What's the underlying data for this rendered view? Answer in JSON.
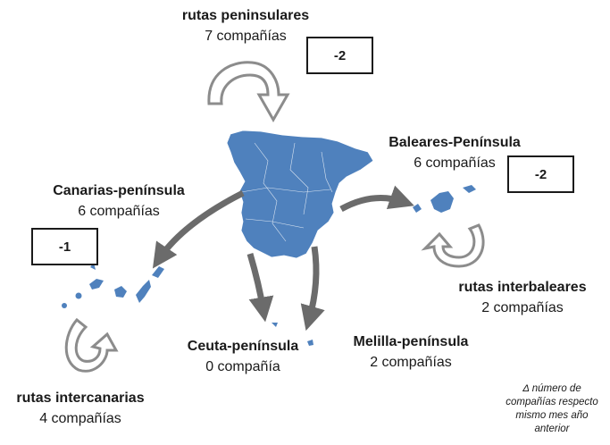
{
  "routes": {
    "peninsulares": {
      "title": "rutas peninsulares",
      "count": "7 compañías",
      "change": "-2"
    },
    "baleares": {
      "title": "Baleares-Península",
      "count": "6 compañías",
      "change": "-2"
    },
    "canarias": {
      "title": "Canarias-península",
      "count": "6 compañías",
      "change": "-1"
    },
    "interbaleares": {
      "title": "rutas interbaleares",
      "count": "2 compañías"
    },
    "ceuta": {
      "title": "Ceuta-península",
      "count": "0 compañía"
    },
    "melilla": {
      "title": "Melilla-península",
      "count": "2 compañías"
    },
    "intercanarias": {
      "title": "rutas intercanarias",
      "count": "4 compañías"
    }
  },
  "note": [
    "Δ número de",
    "compañías respecto",
    "mismo mes año",
    "anterior"
  ],
  "colors": {
    "map_fill": "#4f81bd",
    "arrow_dark": "#6b6b6b",
    "arrow_light": "#9a9a9a"
  }
}
